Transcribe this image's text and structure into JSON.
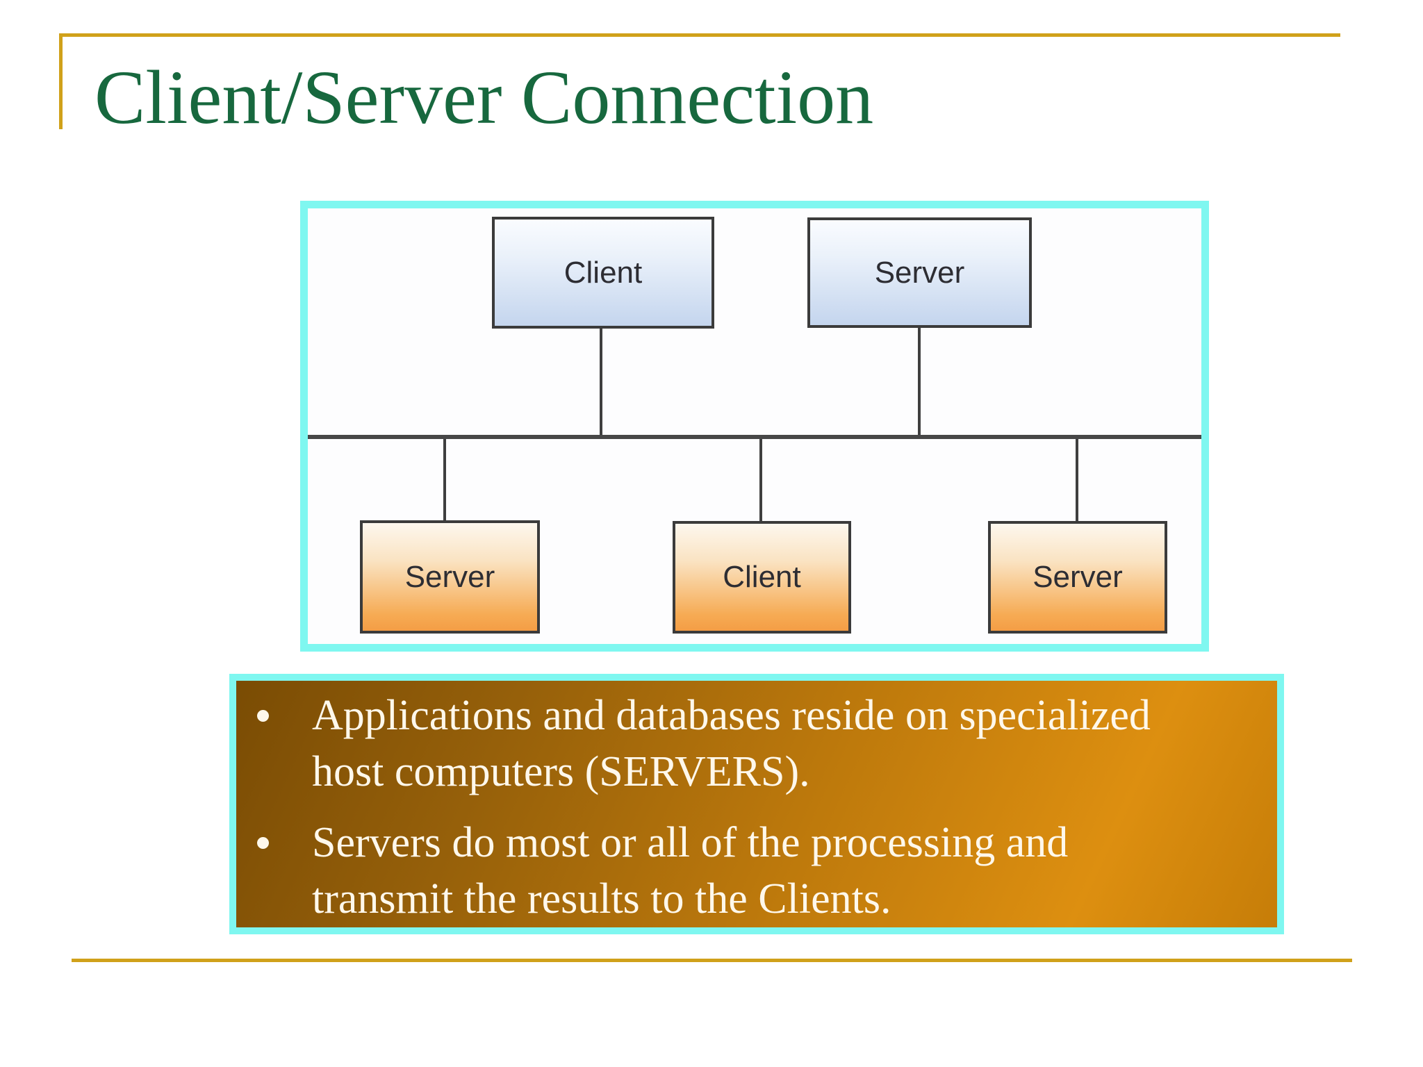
{
  "slide": {
    "title": "Client/Server Connection"
  },
  "colors": {
    "title_green": "#17683e",
    "accent_gold": "#d0a11a",
    "frame_cyan": "#7ff7f0",
    "panel_gradient_dark": "#7a4c04",
    "panel_gradient_light": "#dd8f10",
    "panel_text": "#fff8eb",
    "node_blue_bottom": "#c4d5ee",
    "node_orange_bottom": "#f49d45",
    "line_gray": "#3f3f3f"
  },
  "diagram": {
    "top_nodes": [
      {
        "label": "Client"
      },
      {
        "label": "Server"
      }
    ],
    "bottom_nodes": [
      {
        "label": "Server"
      },
      {
        "label": "Client"
      },
      {
        "label": "Server"
      }
    ]
  },
  "bullets": {
    "items": [
      "Applications and databases reside on specialized\nhost computers (SERVERS).",
      "Servers do most or all of the processing and\ntransmit the results to the Clients."
    ]
  }
}
